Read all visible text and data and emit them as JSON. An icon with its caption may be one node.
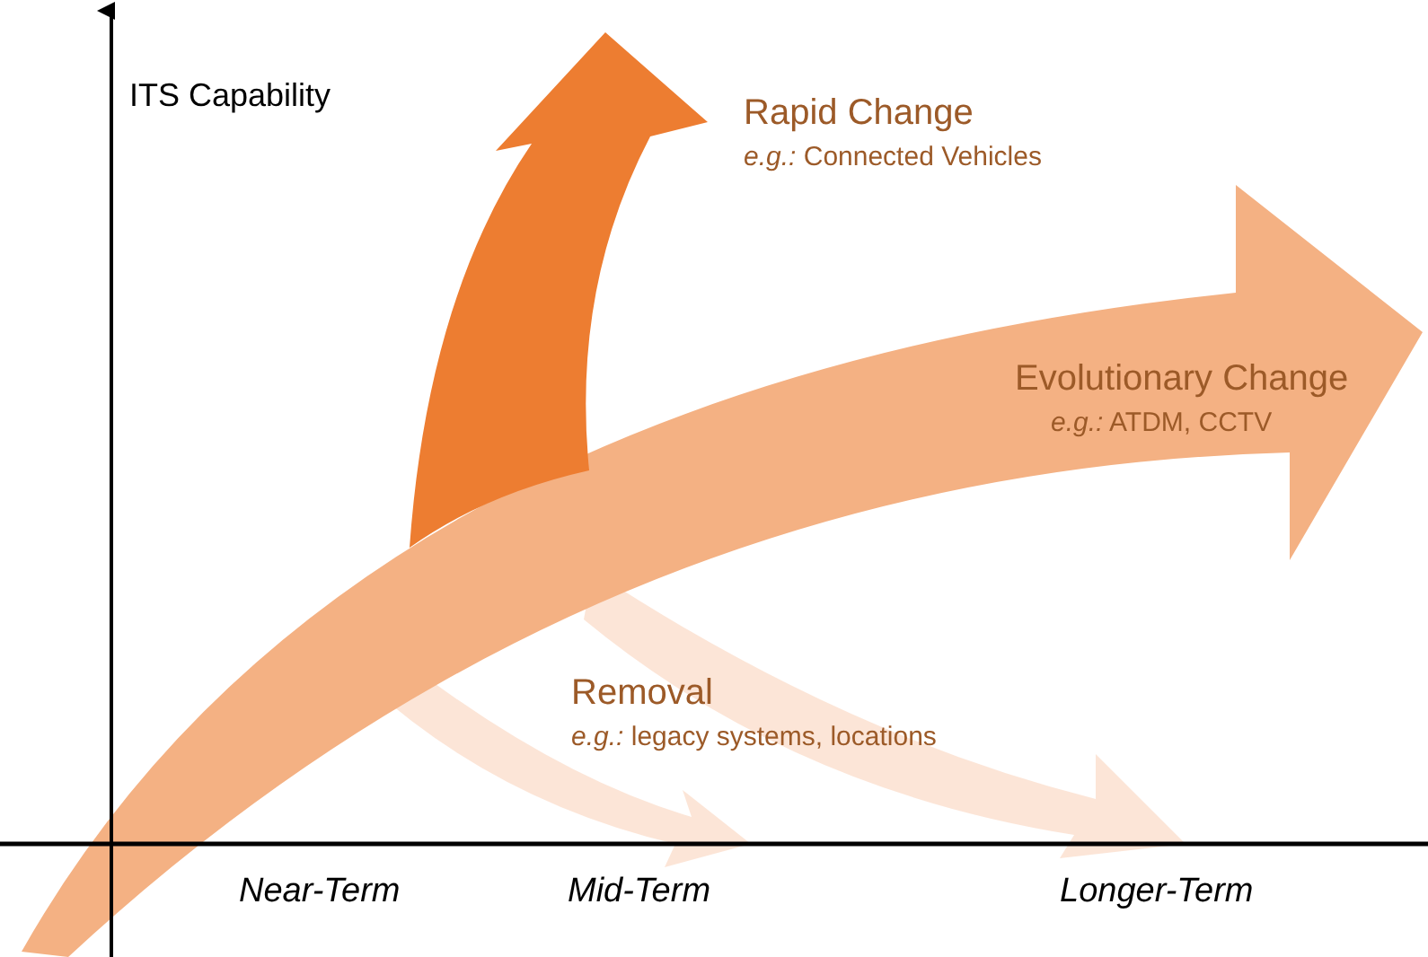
{
  "diagram": {
    "labels": [
      "ITS Capability",
      "Rapid Change",
      "*e.g.:* Connected Vehicles",
      "Evolutionary Change",
      "*e.g.:* ATDM, CCTV",
      "Removal",
      "*e.g.:* legacy systems, locations",
      "Near-Term",
      "Mid-Term",
      "Longer-Term"
    ]
  }
}
